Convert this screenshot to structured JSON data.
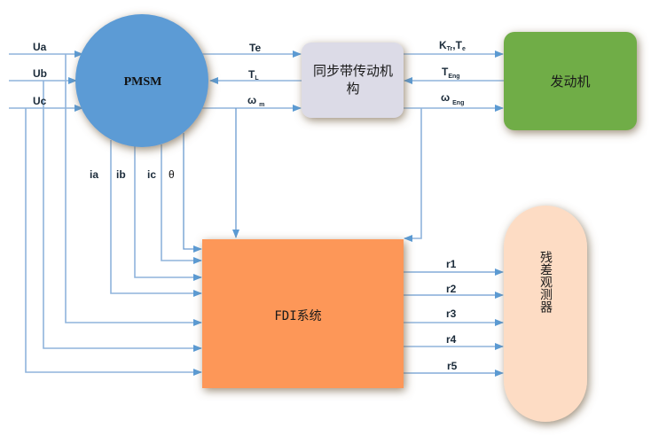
{
  "nodes": {
    "pmsm": {
      "label": "PMSM",
      "color": "#5b9bd5"
    },
    "belt": {
      "label_line1": "同步带传动机",
      "label_line2": "构",
      "color": "#dcdbe7"
    },
    "engine": {
      "label": "发动机",
      "color": "#70ad47"
    },
    "fdi": {
      "label": "FDI系统",
      "color": "#fd9759"
    },
    "observer": {
      "label": "残差观测器",
      "color": "#fddcc4"
    }
  },
  "signals": {
    "inputs": [
      "Ua",
      "Ub",
      "Uc"
    ],
    "pmsm_outputs": [
      "ia",
      "ib",
      "ic",
      "θ"
    ],
    "te": "Te",
    "tl_main": "T",
    "tl_sub": "L",
    "wm_main": "ω",
    "wm_sub": "m",
    "kte_main1": "K",
    "kte_sub1": "Tr",
    "kte_main2": ",T",
    "kte_sub2": "e",
    "teng_main": "T",
    "teng_sub": "Eng",
    "weng_main": "ω",
    "weng_sub": "Eng",
    "residuals": [
      "r1",
      "r2",
      "r3",
      "r4",
      "r5"
    ]
  },
  "colors": {
    "arrow": "#5b9bd5",
    "shadow": "#9e8f7a"
  }
}
